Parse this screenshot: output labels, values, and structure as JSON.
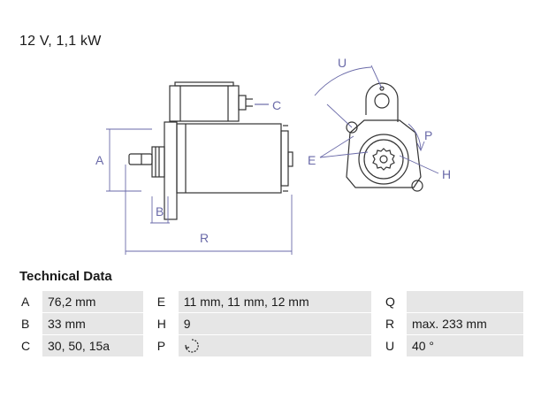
{
  "headline": "12 V, 1,1 kW",
  "diagram": {
    "labels": {
      "A": "A",
      "B": "B",
      "C": "C",
      "R": "R",
      "U": "U",
      "P": "P",
      "E": "E",
      "H": "H"
    },
    "line_color": "#333333",
    "dim_color": "#6a6aa8"
  },
  "technical_data": {
    "title": "Technical Data",
    "rows": [
      {
        "k1": "A",
        "v1": "76,2 mm",
        "k2": "E",
        "v2": "11 mm, 11 mm, 12 mm",
        "k3": "Q",
        "v3": ""
      },
      {
        "k1": "B",
        "v1": "33 mm",
        "k2": "H",
        "v2": "9",
        "k3": "R",
        "v3": "max. 233 mm"
      },
      {
        "k1": "C",
        "v1": "30, 50, 15a",
        "k2": "P",
        "v2": "rotation-clockwise-icon",
        "k3": "U",
        "v3": "40 °"
      }
    ]
  }
}
